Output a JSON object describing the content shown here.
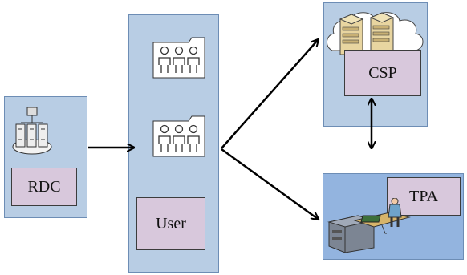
{
  "diagram": {
    "nodes": {
      "rdc": {
        "label": "RDC"
      },
      "user": {
        "label": "User"
      },
      "csp": {
        "label": "CSP"
      },
      "tpa": {
        "label": "TPA"
      }
    },
    "icons": {
      "rdc": "server-cluster-icon",
      "user_group_1": "user-group-folder-icon",
      "user_group_2": "user-group-folder-icon",
      "csp": "cloud-servers-icon",
      "tpa": "auditor-workstation-icon"
    },
    "edges": [
      {
        "from": "RDC",
        "to": "User",
        "style": "single-arrow"
      },
      {
        "from": "User",
        "to": "CSP",
        "style": "single-arrow"
      },
      {
        "from": "User",
        "to": "TPA",
        "style": "single-arrow"
      },
      {
        "from": "CSP",
        "to": "TPA",
        "style": "double-arrow"
      }
    ],
    "colors": {
      "panel_fill": "#b8cde4",
      "panel_border": "#6d8db5",
      "label_fill": "#d8c8dc",
      "tpa_panel_fill": "#93b4df"
    }
  }
}
